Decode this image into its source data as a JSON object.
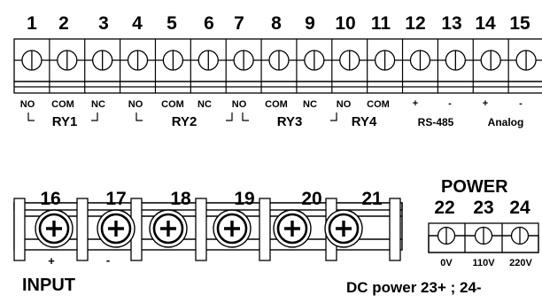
{
  "top_block": {
    "terminals": [
      {
        "num": "1"
      },
      {
        "num": "2"
      },
      {
        "num": "3"
      },
      {
        "num": "4"
      },
      {
        "num": "5"
      },
      {
        "num": "6"
      },
      {
        "num": "7"
      },
      {
        "num": "8"
      },
      {
        "num": "9"
      },
      {
        "num": "10"
      },
      {
        "num": "11"
      },
      {
        "num": "12"
      },
      {
        "num": "13"
      },
      {
        "num": "14"
      },
      {
        "num": "15"
      }
    ],
    "pin_labels": [
      "NO",
      "COM",
      "NC",
      "NO",
      "COM",
      "NC",
      "NO",
      "COM",
      "NC",
      "NO",
      "COM",
      "+",
      "-",
      "+",
      "-"
    ],
    "groups": {
      "ry1": "RY1",
      "ry2": "RY2",
      "ry3": "RY3",
      "ry4": "RY4",
      "rs485": "RS-485",
      "analog": "Analog"
    }
  },
  "input_block": {
    "numbers": [
      "16",
      "17",
      "18",
      "19",
      "20",
      "21"
    ],
    "plus_sign": "+",
    "minus_sign": "-",
    "title": "INPUT"
  },
  "power_block": {
    "title": "POWER",
    "numbers": [
      "22",
      "23",
      "24"
    ],
    "voltages": [
      "0V",
      "110V",
      "220V"
    ],
    "note": "DC power 23+ ; 24-"
  },
  "colors": {
    "line": "#000000",
    "background": "#ffffff"
  }
}
